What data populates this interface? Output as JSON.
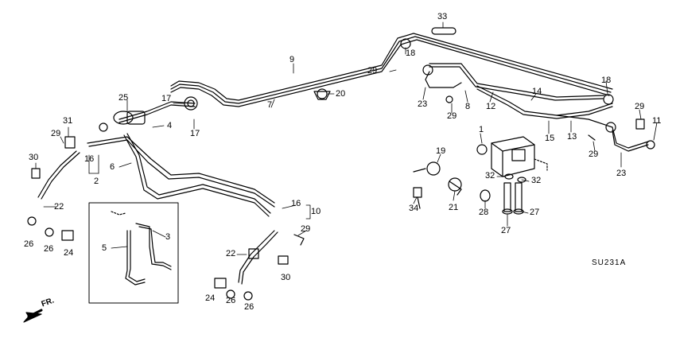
{
  "diagram": {
    "callouts": {
      "c1": "1",
      "c2": "2",
      "c3": "3",
      "c4": "4",
      "c5": "5",
      "c6": "6",
      "c7": "7",
      "c8": "8",
      "c9": "9",
      "c10": "10",
      "c11": "11",
      "c12": "12",
      "c13": "13",
      "c14": "14",
      "c15": "15",
      "c16a": "16",
      "c16b": "16",
      "c17a": "17",
      "c17b": "17",
      "c18a": "18",
      "c18b": "18",
      "c19": "19",
      "c20": "20",
      "c21": "21",
      "c22a": "22",
      "c22b": "22",
      "c23a": "23",
      "c23b": "23",
      "c24a": "24",
      "c24b": "24",
      "c25": "25",
      "c26a": "26",
      "c26b": "26",
      "c26c": "26",
      "c26d": "26",
      "c27a": "27",
      "c27b": "27",
      "c28": "28",
      "c29a": "29",
      "c29b": "29",
      "c29c": "29",
      "c29d": "29",
      "c29e": "29",
      "c29f": "29",
      "c30a": "30",
      "c30b": "30",
      "c31": "31",
      "c32a": "32",
      "c32b": "32",
      "c33": "33",
      "c34": "34"
    },
    "diagram_code": "SU231A",
    "front_label": "FR."
  }
}
